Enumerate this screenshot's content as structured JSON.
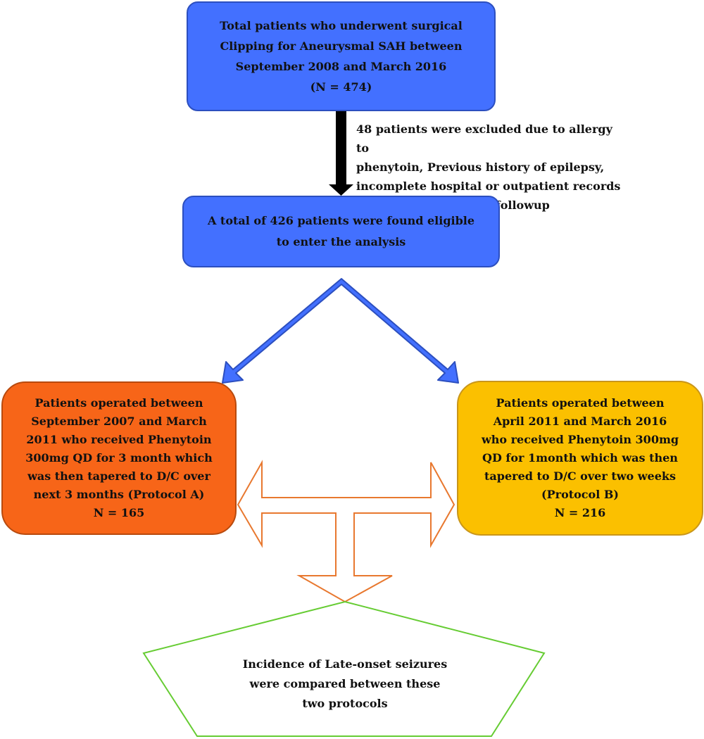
{
  "total_box": {
    "lines": [
      "Total patients who underwent surgical",
      "Clipping for Aneurysmal SAH between",
      "September 2008 and March 2016",
      "(N = 474)"
    ]
  },
  "exclusion_note": {
    "lines": [
      "48 patients were excluded due to allergy to",
      "phenytoin, Previous history of epilepsy,",
      "incomplete hospital or outpatient records",
      "and unavailability for followup"
    ]
  },
  "eligible_box": {
    "lines": [
      "A total of 426 patients were found eligible",
      "to enter the analysis"
    ]
  },
  "protocol_a_box": {
    "lines": [
      "Patients operated between",
      "September 2007 and March",
      "2011 who received Phenytoin",
      "300mg QD for 3 month which",
      "was then tapered to D/C over",
      "next 3 months (Protocol A)",
      "N = 165"
    ]
  },
  "protocol_b_box": {
    "lines": [
      "Patients operated between",
      "April 2011 and March 2016",
      "who received Phenytoin 300mg",
      "QD for 1month which was then",
      "tapered to D/C over two weeks",
      "(Protocol B)",
      "N = 216"
    ]
  },
  "outcome_box": {
    "lines": [
      "Incidence of Late-onset seizures",
      "were compared between these",
      "two protocols"
    ]
  },
  "colors": {
    "blue_box": "#4370ff",
    "orange_box": "#f76518",
    "yellow_box": "#fbc000",
    "arrow_black": "#000000",
    "split_arrow_blue": "#4370ff",
    "compare_arrow_outline": "#e8782f",
    "pentagon_outline": "#66cc33"
  }
}
